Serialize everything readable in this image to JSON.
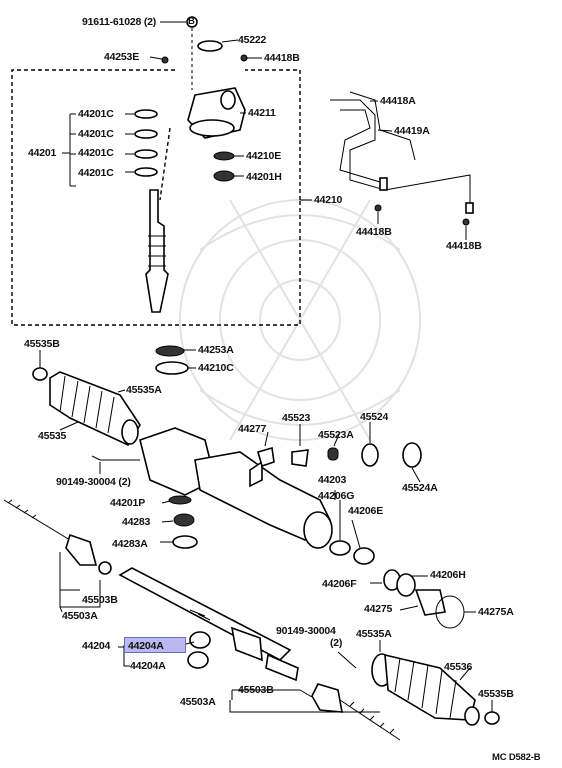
{
  "diagram_code": "MC D582-B",
  "highlighted_part": "44204A",
  "labels": {
    "l91611": "91611-61028 (2)",
    "bolt_b_mark": "B",
    "l45222": "45222",
    "l44253E": "44253E",
    "l44418B_top": "44418B",
    "l44211": "44211",
    "l44201C_1": "44201C",
    "l44201C_2": "44201C",
    "l44201C_3": "44201C",
    "l44201C_4": "44201C",
    "l44201": "44201",
    "l44210E": "44210E",
    "l44201H": "44201H",
    "l44210": "44210",
    "l44418A": "44418A",
    "l44419A": "44419A",
    "l44418B_left": "44418B",
    "l44418B_right": "44418B",
    "l45535B_top": "45535B",
    "l44253A": "44253A",
    "l44210C": "44210C",
    "l45535A_left": "45535A",
    "l45535": "45535",
    "l44277": "44277",
    "l45523": "45523",
    "l45523A": "45523A",
    "l45524": "45524",
    "l45524A": "45524A",
    "l90149_left": "90149-30004 (2)",
    "l44203": "44203",
    "l44201P": "44201P",
    "l44206G": "44206G",
    "l44206E": "44206E",
    "l44283": "44283",
    "l44283A": "44283A",
    "l45503B_left": "45503B",
    "l45503A_left": "45503A",
    "l44206F": "44206F",
    "l44206H": "44206H",
    "l44275": "44275",
    "l44275A": "44275A",
    "l90149_right": "90149-30004",
    "l90149_right_qty": "(2)",
    "l45535A_right": "45535A",
    "l44204": "44204",
    "l44204A_top": "44204A",
    "l44204A_bottom": "44204A",
    "l45536": "45536",
    "l45503B_bottom": "45503B",
    "l45503A_bottom": "45503A",
    "l45535B_bottom": "45535B"
  }
}
